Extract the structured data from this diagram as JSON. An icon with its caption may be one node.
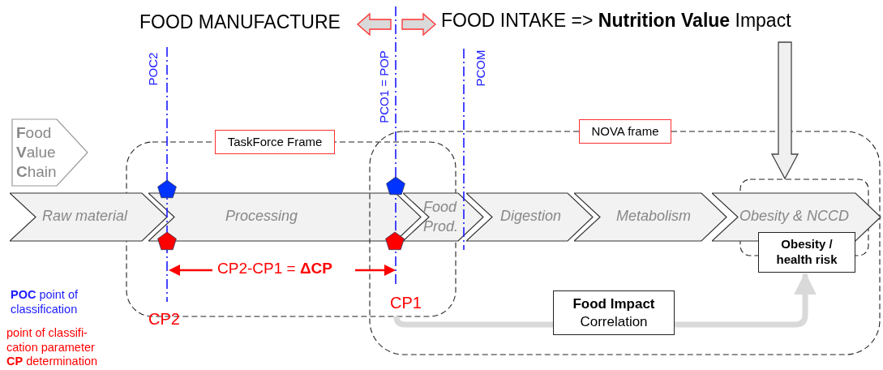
{
  "diagram": {
    "nodes": [
      {
        "text": [
          "FOOD INTAKE => **Nutrition Value** Impact"
        ]
      },
      {
        "text": [
          "**F**ood **V**alue **C**hain"
        ]
      },
      {
        "text": [
          "TaskForce Frame"
        ]
      },
      {
        "text": [
          "NOVA frame"
        ]
      },
      {
        "text": [
          "Raw material"
        ]
      },
      {
        "text": [
          "Processing"
        ],
        "in": 2
      },
      {
        "text": [
          "Food Prod."
        ],
        "in": 3
      },
      {
        "text": [
          "Digestion"
        ],
        "in": 3
      },
      {
        "text": [
          "Metabolism"
        ],
        "in": 3
      },
      {
        "text": [],
        "shape": "box",
        "in": 3
      },
      {
        "text": [
          "Obesity & NCCD"
        ],
        "in": 3
      },
      {
        "text": [
          "Obesity / health risk"
        ],
        "in": 3
      },
      {
        "text": [
          "Food Impact",
          "Correlation"
        ],
        "in": 3
      },
      {
        "text": [
          "CP1"
        ]
      }
    ],
    "edges": [
      {
        "from": 0,
        "to": 9,
        "arrow": "to",
        "style": "thick"
      },
      {
        "from": 13,
        "to": 12,
        "arrow": "none",
        "color": "#d9d9d9"
      },
      {
        "from": 12,
        "to": 11,
        "arrow": "to",
        "color": "#d9d9d9"
      }
    ],
    "labels": [
      "FOOD MANUFACTURE",
      "POC2",
      "PCO1 = POP",
      "PCOM",
      "CP2-CP1 = **ΔCP**",
      "CP2",
      "**POC** point of classification",
      "point of classifi- cation parameter **CP** determination"
    ]
  }
}
